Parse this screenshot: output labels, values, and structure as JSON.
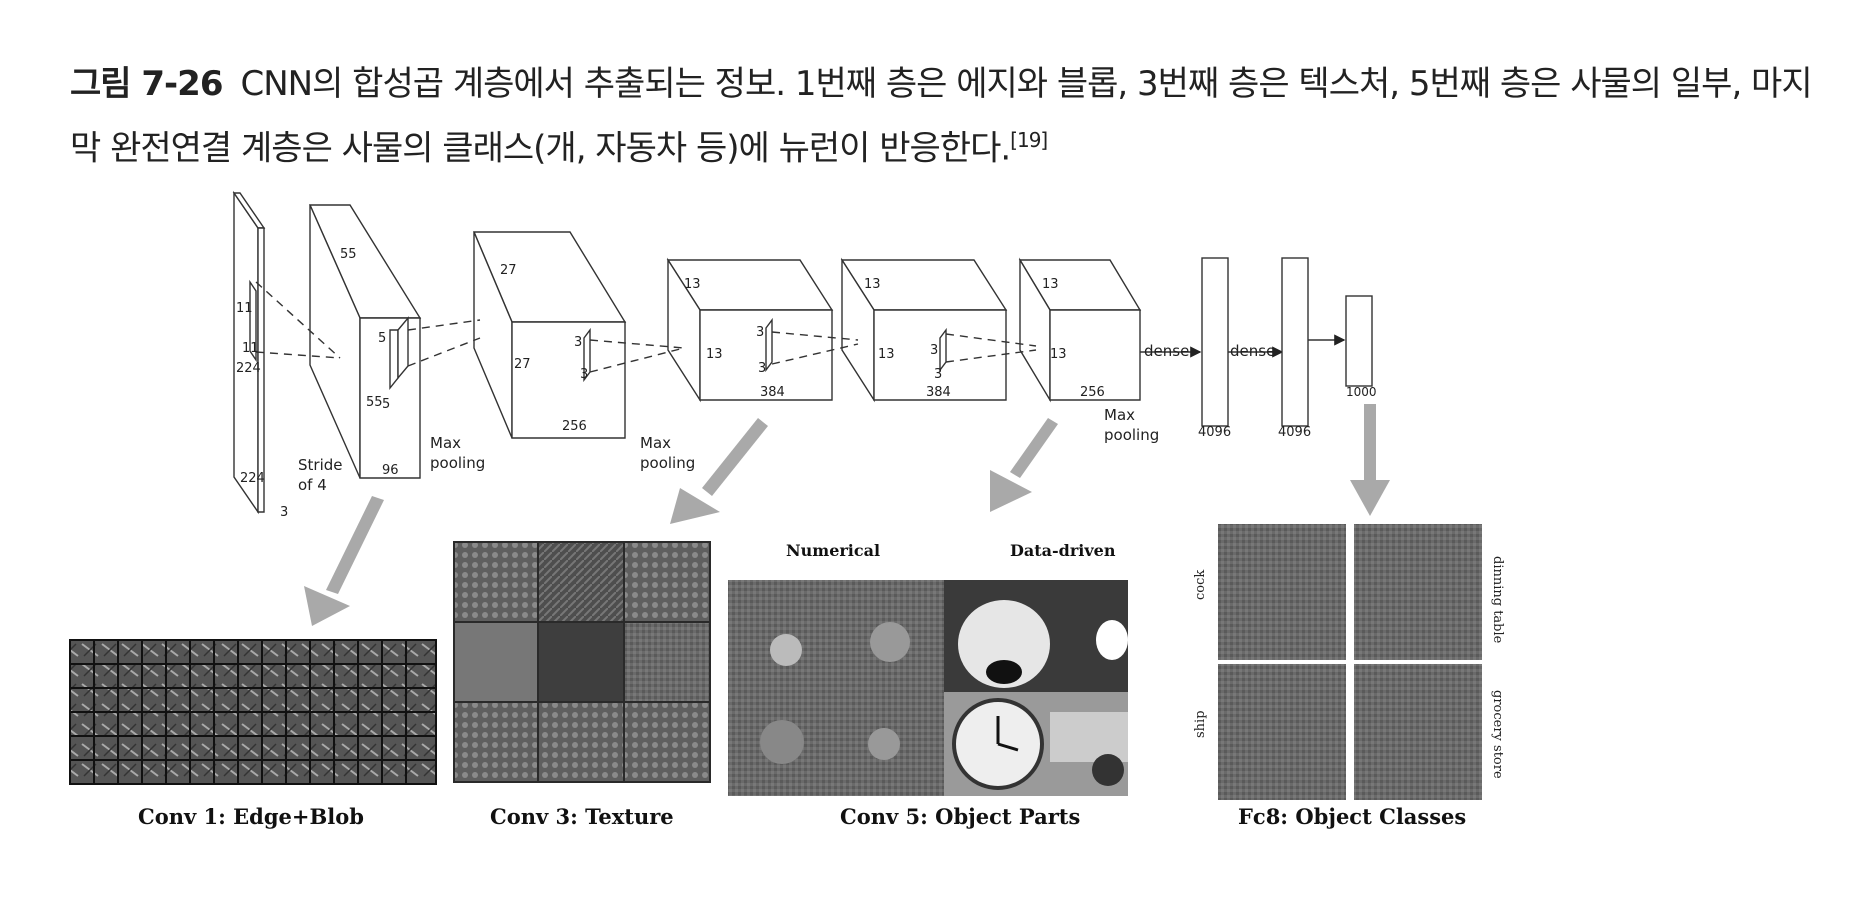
{
  "caption": {
    "label": "그림 7-26",
    "text": "CNN의 합성곱 계층에서 추출되는 정보. 1번째 층은 에지와 블롭, 3번째 층은 텍스처, 5번째 층은 사물의 일부, 마지막 완전연결 계층은 사물의 클래스(개, 자동차 등)에 뉴런이 반응한다.",
    "ref": "[19]"
  },
  "network": {
    "input_224a": "224",
    "input_224b": "224",
    "input_3": "3",
    "input_11a": "11",
    "input_11b": "11",
    "conv1_55a": "55",
    "conv1_55b": "55",
    "conv1_96": "96",
    "conv1_5a": "5",
    "conv1_5b": "5",
    "stride": "Stride",
    "stride2": "of 4",
    "conv2_27a": "27",
    "conv2_27b": "27",
    "conv2_256": "256",
    "conv2_3a": "3",
    "conv2_3b": "3",
    "maxpool1a": "Max",
    "maxpool1b": "pooling",
    "conv3_13a": "13",
    "conv3_13b": "13",
    "conv3_384": "384",
    "conv3_3a": "3",
    "conv3_3b": "3",
    "maxpool2a": "Max",
    "maxpool2b": "pooling",
    "conv4_13a": "13",
    "conv4_13b": "13",
    "conv4_384": "384",
    "conv4_3a": "3",
    "conv4_3b": "3",
    "conv5_13a": "13",
    "conv5_13b": "13",
    "conv5_256": "256",
    "maxpool3a": "Max",
    "maxpool3b": "pooling",
    "dense1": "dense",
    "dense2": "dense",
    "fc1_4096": "4096",
    "fc2_4096": "4096",
    "fc3_1000": "1000"
  },
  "panels": {
    "conv1": "Conv 1: Edge+Blob",
    "conv3": "Conv 3: Texture",
    "conv5": "Conv 5: Object Parts",
    "fc8": "Fc8: Object Classes",
    "numerical": "Numerical",
    "data_driven": "Data-driven",
    "class_cock": "cock",
    "class_dining": "dinning table",
    "class_ship": "ship",
    "class_grocery": "grocery store"
  },
  "colors": {
    "arrow": "#a9a9a9",
    "line": "#333333",
    "image_dark": "#4b4b4b"
  }
}
